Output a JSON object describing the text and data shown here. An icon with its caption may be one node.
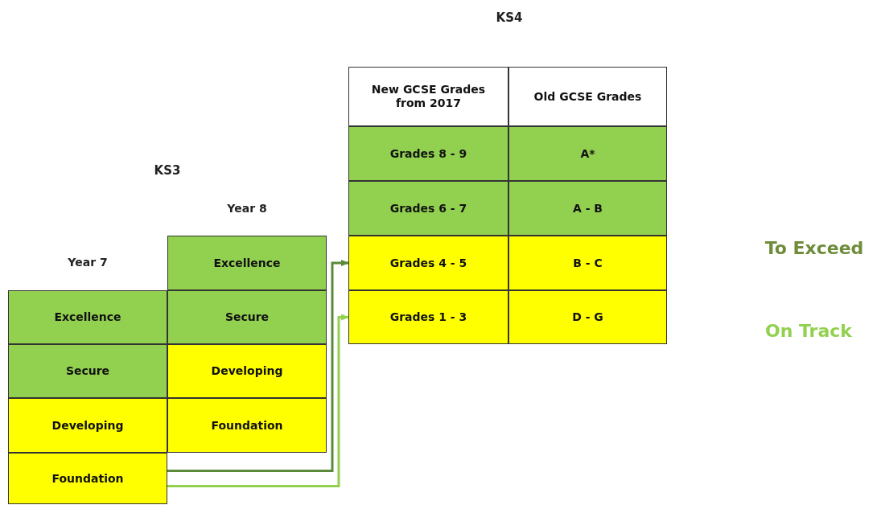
{
  "diagram": {
    "nodes": [
      {
        "text": [
          "New GCSE Grades from 2017"
        ]
      },
      {
        "text": [
          "Old GCSE Grades"
        ]
      },
      {
        "text": [
          "Grades 8 - 9"
        ]
      },
      {
        "text": [
          "A*"
        ]
      },
      {
        "text": [
          "Grades 6 - 7"
        ]
      },
      {
        "text": [
          "A - B"
        ]
      },
      {
        "text": [
          "Grades 4 - 5"
        ]
      },
      {
        "text": [
          "B - C"
        ]
      },
      {
        "text": [
          "Grades 1 - 3"
        ]
      },
      {
        "text": [
          "D - G"
        ]
      },
      {
        "text": [
          "Excellence"
        ]
      },
      {
        "text": [
          "Excellence"
        ]
      },
      {
        "text": [
          "Secure"
        ]
      },
      {
        "text": [
          "Secure"
        ]
      },
      {
        "text": [
          "Developing"
        ]
      },
      {
        "text": [
          "Developing"
        ]
      },
      {
        "text": [
          "Foundation"
        ]
      },
      {
        "text": [
          "Foundation"
        ]
      }
    ],
    "edges": [
      {
        "from": 17,
        "to": 6,
        "arrow": "to",
        "color": "#5b8a3a"
      },
      {
        "from": 17,
        "to": 8,
        "arrow": "to",
        "color": "#92d050"
      }
    ],
    "labels": [
      "KS4",
      "KS3",
      "Year 8",
      "Year 7",
      "To Exceed",
      "On Track"
    ]
  }
}
